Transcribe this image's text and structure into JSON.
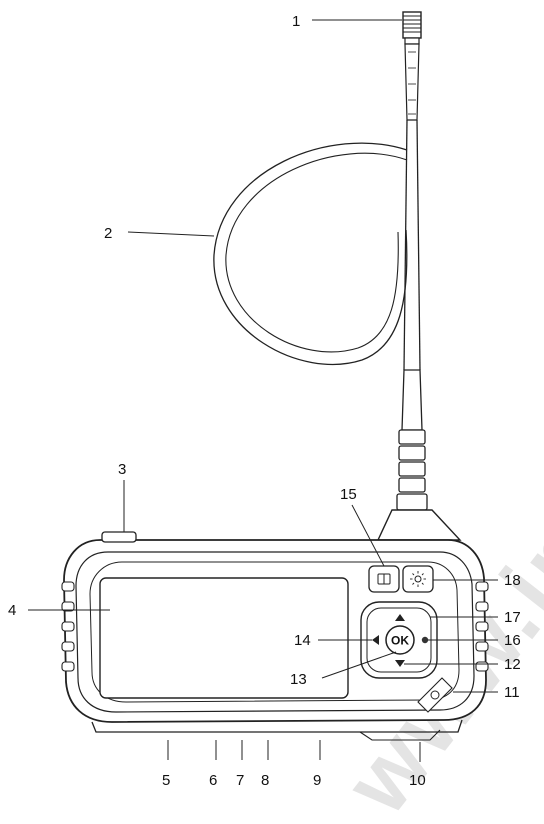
{
  "watermark": "www.inskam.",
  "ok_label": "OK",
  "callouts": {
    "c1": "1",
    "c2": "2",
    "c3": "3",
    "c4": "4",
    "c5": "5",
    "c6": "6",
    "c7": "7",
    "c8": "8",
    "c9": "9",
    "c10": "10",
    "c11": "11",
    "c12": "12",
    "c13": "13",
    "c14": "14",
    "c15": "15",
    "c16": "16",
    "c17": "17",
    "c18": "18"
  }
}
